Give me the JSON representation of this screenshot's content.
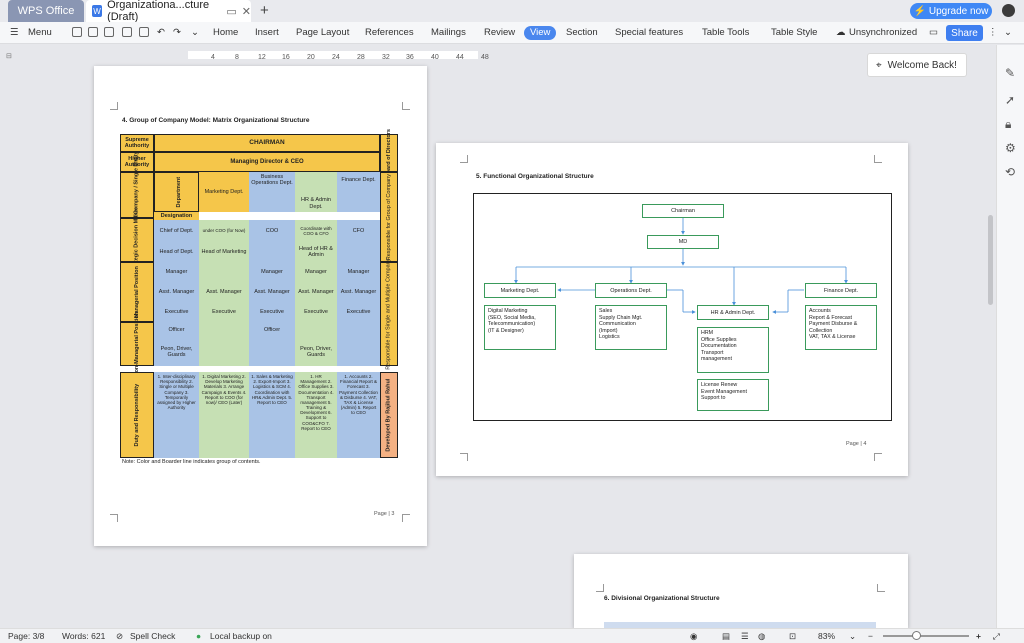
{
  "titlebar": {
    "wps_tab": "WPS Office",
    "doc_tab": "Organizationa...cture (Draft)",
    "upgrade": "Upgrade now"
  },
  "menu": {
    "menu_label": "Menu",
    "items": [
      "Home",
      "Insert",
      "Page Layout",
      "References",
      "Mailings",
      "Review",
      "View",
      "Section",
      "Special features",
      "Table Tools",
      "Table Style"
    ],
    "active": "View",
    "sync": "Unsynchronized",
    "share": "Share"
  },
  "ruler": {
    "numbers": [
      "4",
      "8",
      "12",
      "16",
      "20",
      "24",
      "28",
      "32",
      "36",
      "40",
      "44",
      "48"
    ]
  },
  "welcome": "Welcome Back!",
  "page3": {
    "heading": "4.  Group of Company Model: Matrix Organizational Structure",
    "supreme": "Supreme Authority",
    "chairman": "CHAIRMAN",
    "board": "Board of Directors",
    "higher": "Higher Authority",
    "md": "Managing Director & CEO",
    "group_entity": "Group of Company / Single Entity",
    "department": "Department",
    "depts": [
      "Marketing Dept.",
      "Business Operations Dept.",
      "HR & Admin Dept.",
      "Finance Dept."
    ],
    "resp_group": "Responsible for Group of Company",
    "designation": "Designation",
    "strategic": "Strategic Decision Maker",
    "chief": "Chief of Dept.",
    "under_coo": "under COO (for Now)",
    "coo": "COO",
    "coord": "Coordinate with COO & CFO",
    "cfo": "CFO",
    "head": "Head of Dept.",
    "head_mkt": "Head of Marketing",
    "head_hr": "Head of HR & Admin",
    "managerial": "Managerial Position",
    "manager": "Manager",
    "asst": "Asst. Manager",
    "executive": "Executive",
    "resp_single": "Responsible for Single and Multiple Company",
    "nonman": "Non-Managerial Position",
    "officer": "Officer",
    "peon": "Peon, Driver, Guards",
    "duty": "Duty and Responsibility",
    "duty_cols": [
      "1. Inter-disciplinary Responsibility 2. Single or Multiple Company 3. Temporarily assigned by Higher Authority",
      "1. Digital Marketing 2. Develop Marketing Materials 3. Arrange Campaign & Events 4. Report to COO (for now)/ CEO (Later)",
      "1. Sales & Marketing 2. Export-Import 3. Logistics & SCM 4. Coordination with HR& Admin Dept. 5. Report to CEO",
      "1. HR Management 2. Office Supplies 3. Documentation 4. Transport management 5. Training & Development 6. Support to COO&CFO 7. Report to CEO",
      "1. Accounts 2. Financial Report & Forecast 3. Payment Collection & Disburse 4. VAT, TAX & License (Admin) 5. Report to CEO"
    ],
    "developed": "Developed By Rajibul Rahul",
    "note": "Note: Color and Boarder line indicates group of contents.",
    "page_label": "Page | 3"
  },
  "page4": {
    "heading": "5.  Functional Organizational Structure",
    "chairman": "Chairman",
    "md": "MD",
    "marketing": "Marketing Dept.",
    "operations": "Operations Dept.",
    "hr": "HR & Admin Dept.",
    "finance": "Finance Dept.",
    "mkt_list": "Digital Marketing\n(SEO, Social Media,\nTelecommunication)\n(IT & Designer)",
    "ops_list": "Sales\nSupply Chain Mgt.\nCommunication\n(Import)\nLogistics",
    "hr_list1": "HRM\nOffice Supplies\nDocumentation\nTransport\nmanagement",
    "hr_list2": "License Renew\nEvent Management\nSupport to",
    "fin_list": "Accounts\nReport & Forecast\nPayment Disburse &\nCollection\nVAT, TAX & License",
    "page_label": "Page | 4"
  },
  "page5": {
    "heading": "6.  Divisional Organizational Structure"
  },
  "status": {
    "page": "Page: 3/8",
    "words": "Words: 621",
    "spell": "Spell Check",
    "backup": "Local backup on",
    "zoom": "83%"
  },
  "colors": {
    "accent": "#4a87ee",
    "yellow": "#f5c64a",
    "blue": "#a9c3e6",
    "green": "#c6e0b4",
    "orange": "#f4b183",
    "chart_border": "#3a9a5b",
    "arrow": "#4a90d9"
  }
}
